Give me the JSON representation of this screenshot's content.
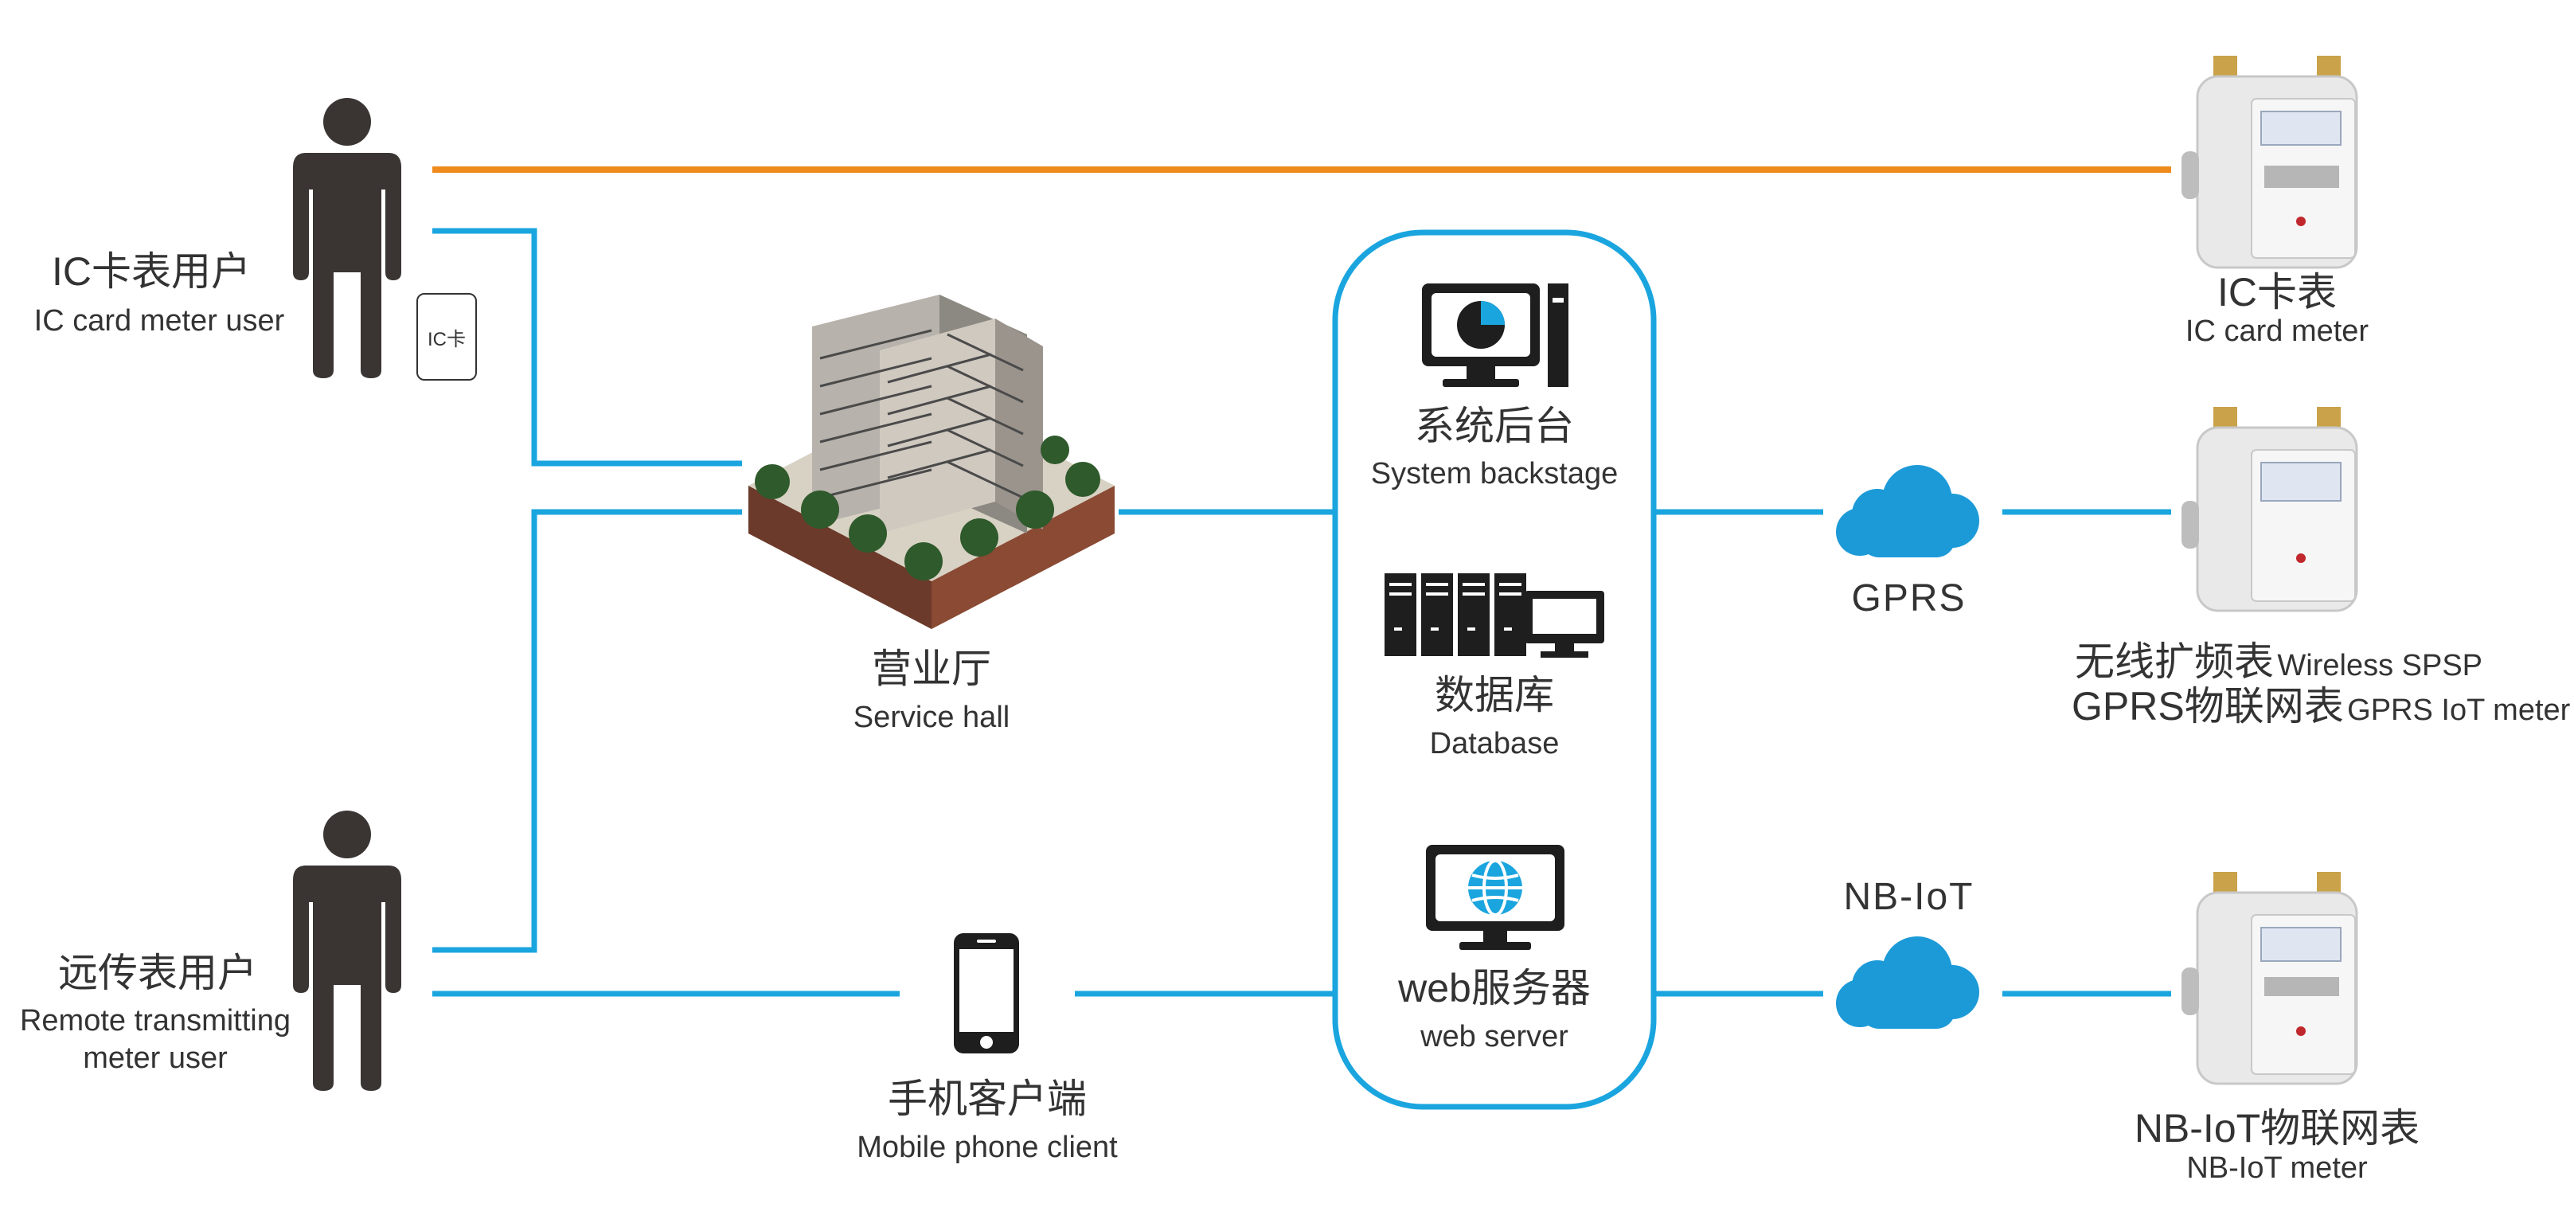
{
  "colors": {
    "line_blue": "#1aa5df",
    "line_orange": "#ef8a1c",
    "person": "#3a3533",
    "icon_dark": "#1e1e1e",
    "cloud": "#1c9ad8"
  },
  "left_users": {
    "ic_user": {
      "cn": "IC卡表用户",
      "en": "IC card meter user",
      "card_label": "IC卡",
      "icon": "person-icon"
    },
    "remote_user": {
      "cn": "远传表用户",
      "en_line1": "Remote transmitting",
      "en_line2": "meter user",
      "icon": "person-icon"
    }
  },
  "middle": {
    "service_hall": {
      "cn": "营业厅",
      "en": "Service hall",
      "icon": "office-building-icon"
    },
    "mobile_client": {
      "cn": "手机客户端",
      "en": "Mobile phone client",
      "icon": "smartphone-icon"
    }
  },
  "server_box": {
    "backstage": {
      "cn": "系统后台",
      "en": "System backstage",
      "icon": "pie-chart-monitor-icon"
    },
    "database": {
      "cn": "数据库",
      "en": "Database",
      "icon": "server-rack-icon"
    },
    "web_server": {
      "cn": "web服务器",
      "en": "web server",
      "icon": "globe-monitor-icon"
    }
  },
  "networks": {
    "gprs": {
      "label": "GPRS",
      "icon": "cloud-icon"
    },
    "nbiot": {
      "label": "NB-IoT",
      "icon": "cloud-icon"
    }
  },
  "meters": {
    "ic_meter": {
      "cn": "IC卡表",
      "en": "IC card meter",
      "icon": "gas-meter-icon"
    },
    "gprs_meter": {
      "line1_cn": "无线扩频表",
      "line1_en": "Wireless SPSP",
      "line2_cn": "GPRS物联网表",
      "line2_en": "GPRS IoT meter",
      "icon": "gas-meter-icon"
    },
    "nbiot_meter": {
      "cn": "NB-IoT物联网表",
      "en": "NB-IoT meter",
      "icon": "gas-meter-icon"
    }
  }
}
